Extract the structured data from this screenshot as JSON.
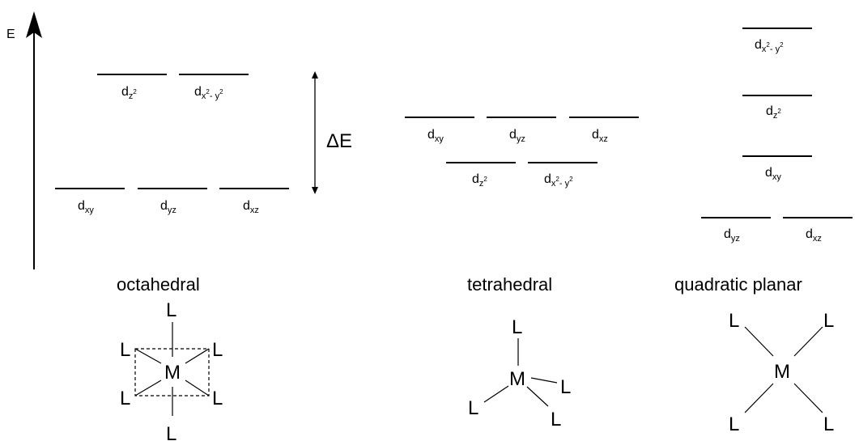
{
  "energy_axis": {
    "label": "E",
    "delta_label": "ΔE"
  },
  "orbitals": {
    "dxy": {
      "main": "d",
      "sub": "xy",
      "sup_a": "",
      "sub_b": "",
      "sup_b": ""
    },
    "dyz": {
      "main": "d",
      "sub": "yz",
      "sup_a": "",
      "sub_b": "",
      "sup_b": ""
    },
    "dxz": {
      "main": "d",
      "sub": "xz",
      "sup_a": "",
      "sub_b": "",
      "sup_b": ""
    },
    "dz2": {
      "main": "d",
      "sub": "z",
      "sup_a": "2",
      "sub_b": "",
      "sup_b": ""
    },
    "dx2y2": {
      "main": "d",
      "sub": "x",
      "sup_a": "2",
      "sub_b": "- y",
      "sup_b": "2"
    }
  },
  "geometries": {
    "octahedral": {
      "name": "octahedral",
      "metal": "M",
      "ligand": "L"
    },
    "tetrahedral": {
      "name": "tetrahedral",
      "metal": "M",
      "ligand": "L"
    },
    "square_planar": {
      "name": "quadratic planar",
      "metal": "M",
      "ligand": "L"
    }
  },
  "colors": {
    "ink": "#000000",
    "background": "#ffffff"
  }
}
